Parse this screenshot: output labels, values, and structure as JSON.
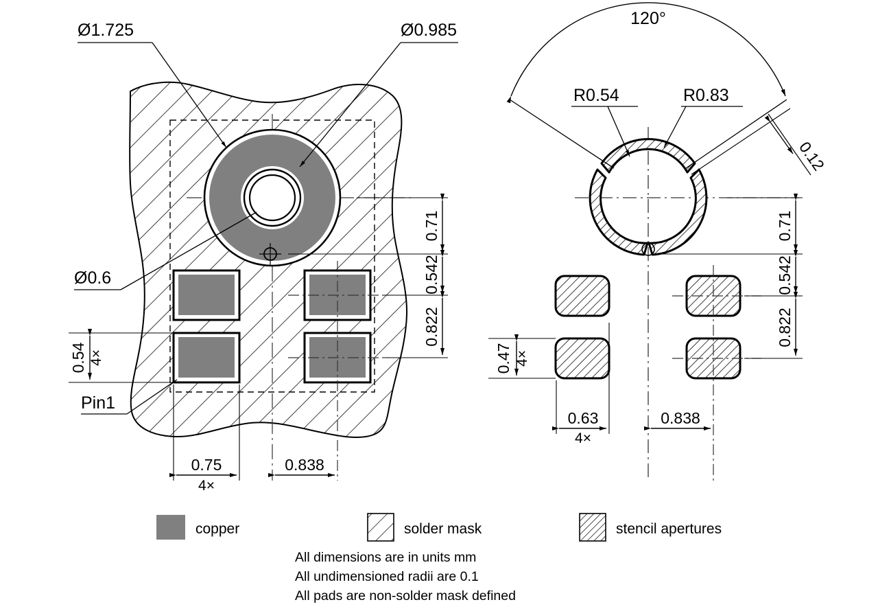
{
  "drawing": {
    "title_domain": "pcb-land-pattern-drawing",
    "units_note": "All dimensions are in units mm"
  },
  "left_view": {
    "name": "copper-and-solder-mask-view",
    "callouts": {
      "outer_pad_dia": "Ø1.725",
      "inner_pad_dia": "Ø0.985",
      "via_dia": "Ø0.6",
      "pin1": "Pin1"
    },
    "vertical_dims": {
      "d1": "0.71",
      "d2": "0.542",
      "d3": "0.822"
    },
    "horizontal_dims": {
      "pad_width": "0.75",
      "pad_width_qty": "4×",
      "pitch": "0.838"
    },
    "pad_height_dim": {
      "value": "0.54",
      "qty": "4×"
    }
  },
  "right_view": {
    "name": "stencil-aperture-view",
    "callouts": {
      "angle": "120°",
      "inner_radius": "R0.54",
      "outer_radius": "R0.83",
      "gap": "0.12"
    },
    "vertical_dims": {
      "d1": "0.71",
      "d2": "0.542",
      "d3": "0.822"
    },
    "horizontal_dims": {
      "aperture_width": "0.63",
      "aperture_width_qty": "4×",
      "pitch": "0.838"
    },
    "aperture_height_dim": {
      "value": "0.47",
      "qty": "4×"
    }
  },
  "legend": {
    "items": [
      {
        "key": "copper",
        "label": "copper",
        "swatch": "solid-gray"
      },
      {
        "key": "solder-mask",
        "label": "solder mask",
        "swatch": "sparse-hatch"
      },
      {
        "key": "stencil-apertures",
        "label": "stencil apertures",
        "swatch": "dense-hatch"
      }
    ]
  },
  "notes": {
    "lines": [
      "All dimensions are in units mm",
      "All undimensioned radii are 0.1",
      "All pads are non-solder mask defined"
    ]
  },
  "colors": {
    "copper_fill": "#808080",
    "line": "#000000",
    "background": "#ffffff",
    "thin_line": "#1a1a1a"
  }
}
